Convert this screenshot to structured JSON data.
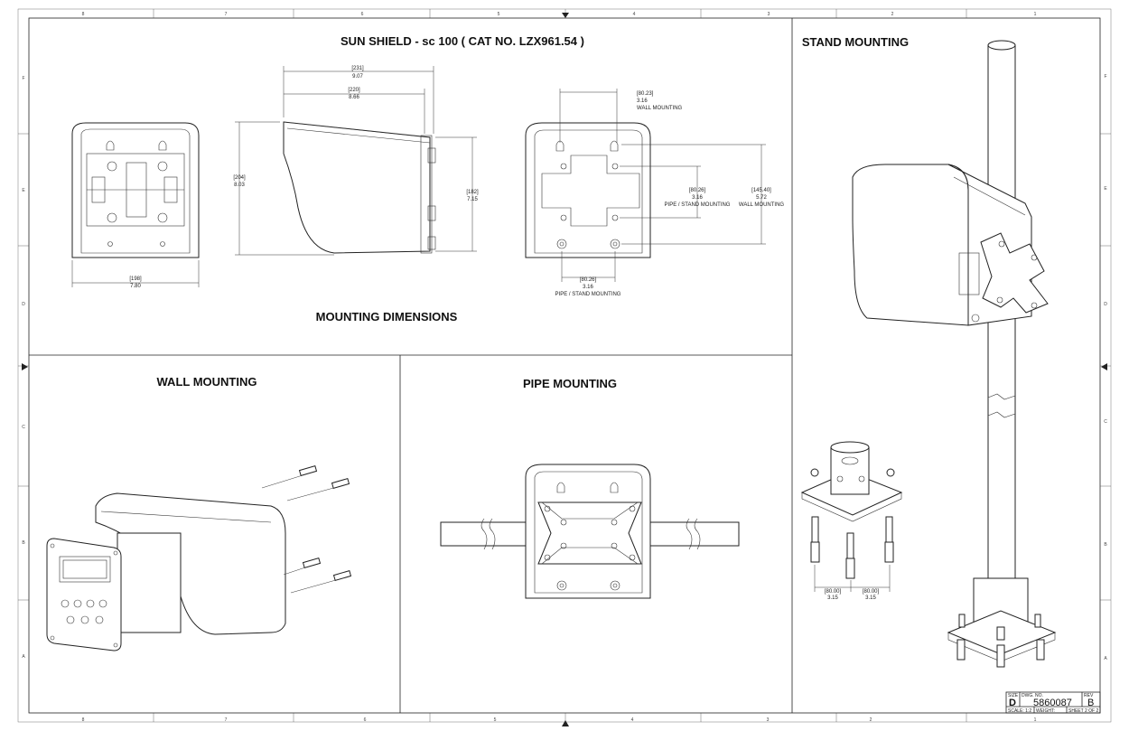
{
  "titles": {
    "sun_shield": "SUN SHIELD - sc 100 ( CAT NO. LZX961.54 )",
    "mounting_dimensions": "MOUNTING DIMENSIONS",
    "stand_mounting": "STAND MOUNTING",
    "wall_mounting": "WALL MOUNTING",
    "pipe_mounting": "PIPE MOUNTING"
  },
  "dimensions": {
    "front_width_mm": "[198]",
    "front_width_in": "7.80",
    "side_width_mm": "[231]",
    "side_width_in": "9.07",
    "side_inner_mm": "[220]",
    "side_inner_in": "8.66",
    "side_height_mm": "[204]",
    "side_height_in": "8.03",
    "side_rear_mm": "[182]",
    "side_rear_in": "7.15",
    "back_wall_w_mm": "[80.23]",
    "back_wall_w_in": "3.16",
    "back_wall_w_label": "WALL MOUNTING",
    "back_pipe_h_mm": "[80.26]",
    "back_pipe_h_in": "3.16",
    "back_pipe_h_label": "PIPE / STAND MOUNTING",
    "back_wall_h_mm": "[145.40]",
    "back_wall_h_in": "5.72",
    "back_wall_h_label": "WALL MOUNTING",
    "back_pipe_w_mm": "[80.26]",
    "back_pipe_w_in": "3.16",
    "back_pipe_w_label": "PIPE / STAND MOUNTING",
    "stand_left_mm": "[80.00]",
    "stand_left_in": "3.15",
    "stand_right_mm": "[80.00]",
    "stand_right_in": "3.15"
  },
  "zones": {
    "top": [
      "8",
      "7",
      "6",
      "5",
      "4",
      "3",
      "2",
      "1"
    ],
    "bottom": [
      "8",
      "7",
      "6",
      "5",
      "4",
      "3",
      "2",
      "1"
    ],
    "left": [
      "F",
      "E",
      "D",
      "C",
      "B",
      "A"
    ],
    "right": [
      "F",
      "E",
      "D",
      "C",
      "B",
      "A"
    ]
  },
  "title_block": {
    "size_label": "SIZE",
    "size": "D",
    "dwg_label": "DWG. NO.",
    "dwg_no": "5860087",
    "rev_label": "REV",
    "rev": "B",
    "scale": "SCALE: 1:2",
    "weight": "WEIGHT:",
    "sheet": "SHEET 2 OF 2"
  }
}
